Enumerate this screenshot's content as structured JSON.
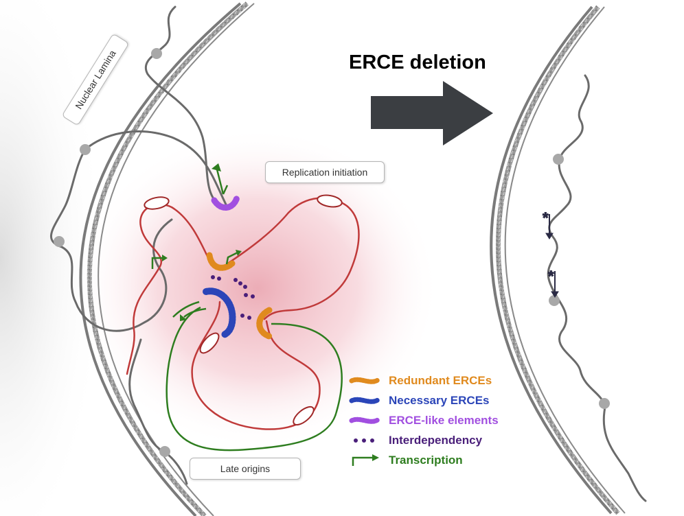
{
  "title": "ERCE deletion",
  "callouts": {
    "nuclear_lamina": "Nuclear Lamina",
    "replication_initiation": "Replication initiation",
    "late_origins": "Late origins"
  },
  "legend": [
    {
      "label": "Redundant ERCEs",
      "color": "#e08a1e"
    },
    {
      "label": "Necessary ERCEs",
      "color": "#2b45b8"
    },
    {
      "label": "ERCE-like elements",
      "color": "#a14fe0"
    },
    {
      "label": "Interdependency",
      "color": "#4a1f7a"
    },
    {
      "label": "Transcription",
      "color": "#2e7d1f"
    }
  ],
  "colors": {
    "chromatin_red": "#c03a3a",
    "chromatin_gray": "#6a6a6a",
    "arrow": "#3b3e42",
    "glow": "#e07a8a"
  }
}
